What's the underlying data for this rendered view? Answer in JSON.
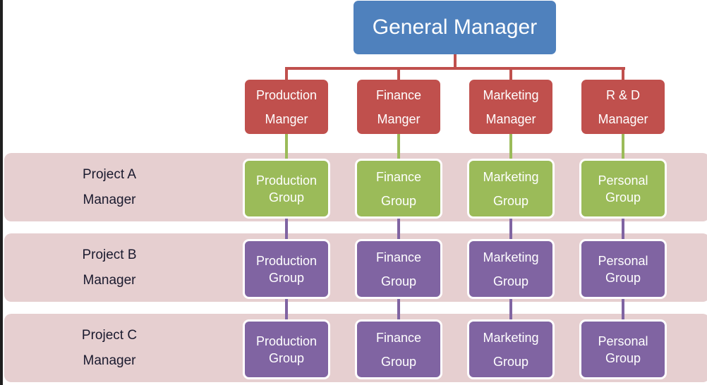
{
  "colors": {
    "general_manager": "#4F81BD",
    "department_manager": "#C0504D",
    "group_project_a": "#9BBB59",
    "group_projects_bc": "#8064A2",
    "band_background": "#E6CFD0",
    "connector_top": "#C0504D",
    "connector_green": "#9BBB59",
    "connector_purple": "#8064A2"
  },
  "general_manager": {
    "label": "General Manager"
  },
  "department_managers": [
    {
      "line1": "Production",
      "line2": "Manger"
    },
    {
      "line1": "Finance",
      "line2": "Manger"
    },
    {
      "line1": "Marketing",
      "line2": "Manager"
    },
    {
      "line1": "R & D",
      "line2": "Manager"
    }
  ],
  "projects": [
    {
      "line1": "Project A",
      "line2": "Manager",
      "groups": [
        {
          "line1": "Production",
          "line2": "Group"
        },
        {
          "line1": "Finance",
          "line2": "Group"
        },
        {
          "line1": "Marketing",
          "line2": "Group"
        },
        {
          "line1": "Personal",
          "line2": "Group"
        }
      ]
    },
    {
      "line1": "Project B",
      "line2": "Manager",
      "groups": [
        {
          "line1": "Production",
          "line2": "Group"
        },
        {
          "line1": "Finance",
          "line2": "Group"
        },
        {
          "line1": "Marketing",
          "line2": "Group"
        },
        {
          "line1": "Personal",
          "line2": "Group"
        }
      ]
    },
    {
      "line1": "Project C",
      "line2": "Manager",
      "groups": [
        {
          "line1": "Production",
          "line2": "Group"
        },
        {
          "line1": "Finance",
          "line2": "Group"
        },
        {
          "line1": "Marketing",
          "line2": "Group"
        },
        {
          "line1": "Personal",
          "line2": "Group"
        }
      ]
    }
  ]
}
